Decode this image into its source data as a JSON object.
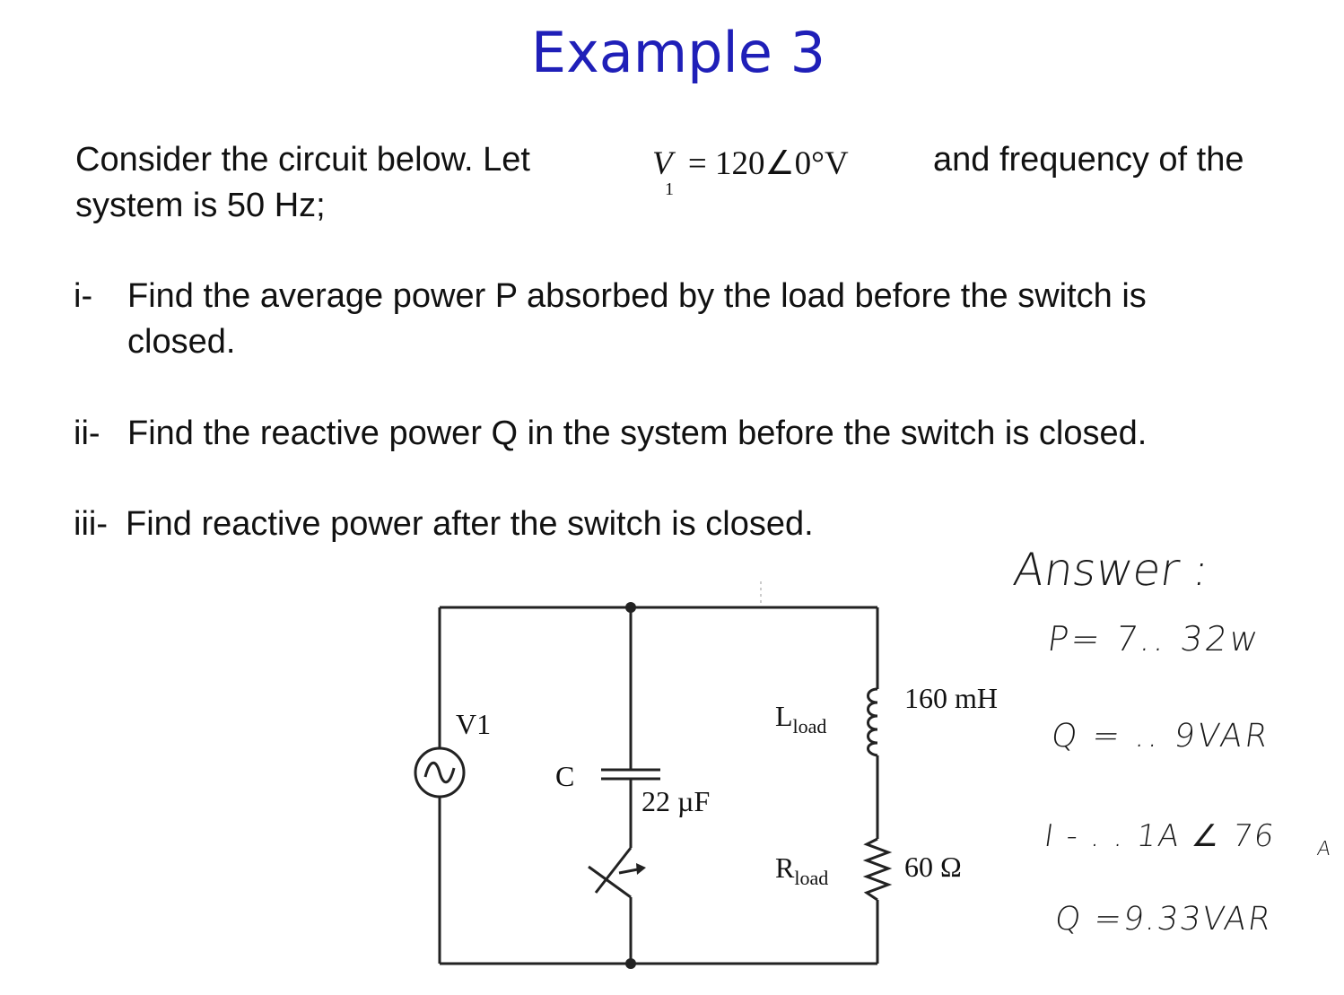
{
  "title": "Example 3",
  "intro": {
    "text_before": "Consider the circuit below. Let",
    "voltage_symbol": "V",
    "voltage_subscript": "1",
    "voltage_expression": "= 120∠0°V",
    "text_after": "and frequency of the",
    "line2": "system is 50 Hz;"
  },
  "questions": [
    {
      "marker": "i-",
      "line1": "Find the average power P absorbed by the load before the switch is",
      "line2": "closed."
    },
    {
      "marker": "ii-",
      "line1": "Find the reactive power Q in the system before the switch is closed."
    },
    {
      "marker": "iii-",
      "line1": "Find reactive power after the switch is closed."
    }
  ],
  "circuit": {
    "source_label": "V1",
    "capacitor_label": "C",
    "capacitor_value": "22 µF",
    "inductor_label": "L",
    "inductor_subscript": "load",
    "inductor_value": "160 mH",
    "resistor_label": "R",
    "resistor_subscript": "load",
    "resistor_value": "60 Ω"
  },
  "answer": {
    "heading": "Answer :",
    "p": "P= 7.. 32w",
    "q": "Q = .. 9VAR",
    "i": "I - . . 1A ∠ 76",
    "i_unit": "A",
    "q_after": "Q =9.33VAR"
  }
}
